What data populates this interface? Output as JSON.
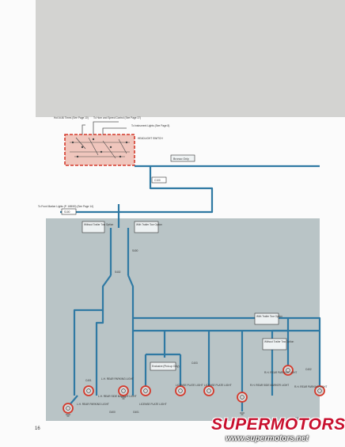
{
  "page": {
    "number": "16"
  },
  "top_labels": {
    "hot_in_run": "Hot At All Times (See Page 10)",
    "horn_speed": "To Horn and Speed Control (See Page 37)",
    "instrument": "To Instrument Lights (See Page 8)",
    "headlight_switch": "HEADLIGHT SWITCH",
    "bronco_only": "Bronco Only",
    "front_marker": "To Front Marker Lights (P. 16B/00) (See Page 14)",
    "connector_c100": "C100",
    "connector_s100": "S100",
    "without_tow": "Without Trailer Tow Option",
    "with_tow": "With Trailer Tow Option",
    "with_tow_right": "With Trailer Tow Option",
    "without_tow_right": "Without Trailer Tow Option",
    "splice_s400": "S400",
    "splice_s402": "S402",
    "connector_c403": "C403",
    "connector_c401": "C401",
    "connector_c402": "C402",
    "pkg_only": "Exclusive (Pick-up Only)",
    "ground_g400": "G400",
    "ground_g401": "G401",
    "ground_g402": "G402"
  },
  "lamps": [
    {
      "label": "L.H. REAR PARKING LIGHT"
    },
    {
      "label": "L.H. REAR SIDE MARKER LIGHT"
    },
    {
      "label": "L.H. REAR PARKING LIGHT"
    },
    {
      "label": "LICENSE PLATE LIGHT"
    },
    {
      "label": "LICENSE PLATE LIGHT"
    },
    {
      "label": "LICENSE PLATE LIGHT"
    },
    {
      "label": "R.H. REAR SIDE MARKER LIGHT"
    },
    {
      "label": "R.H. REAR PARKING LIGHT"
    },
    {
      "label": "R.H. REAR PARKING LIGHT"
    }
  ],
  "watermark": {
    "logo": "SUPERMOTORS",
    "url": "www.supermotors.net"
  },
  "colors": {
    "wire": "#2f79a3",
    "panel": "#b9c4c6",
    "highlight": "#d43a2c",
    "logo_red": "#c8102e"
  }
}
